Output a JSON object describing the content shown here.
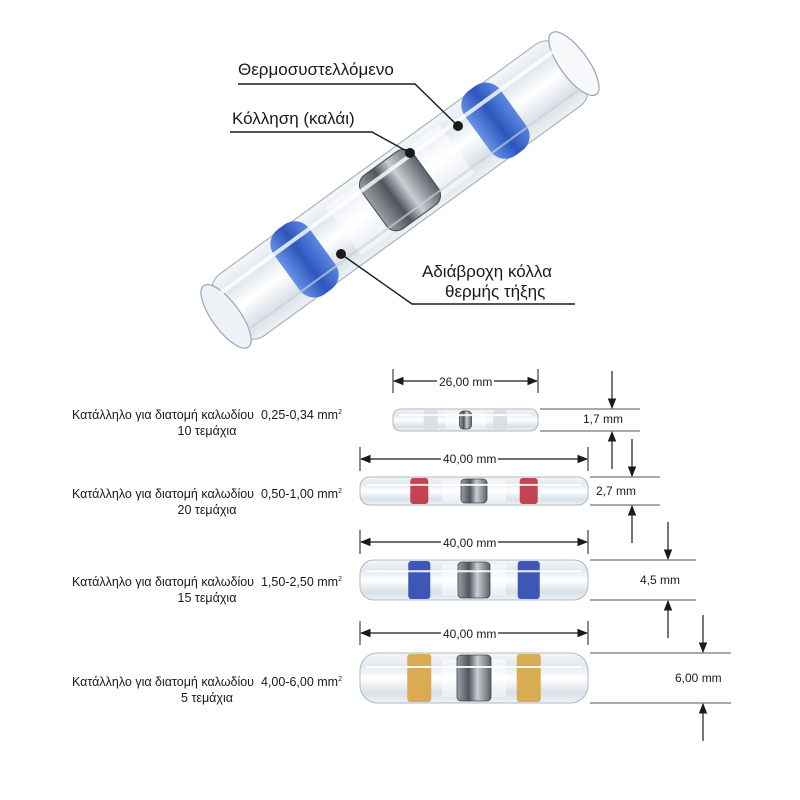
{
  "annotations": {
    "heat_shrink": "Θερμοσυστελλόμενο",
    "solder": "Κόλληση (καλάι)",
    "adhesive_line1": "Αδιάβροχη κόλλα",
    "adhesive_line2": "θερμής τήξης"
  },
  "connectors": [
    {
      "description": "Κατάλληλο για διατομή καλωδίου",
      "range": "0,25-0,34 mm",
      "unit_sup": "2",
      "quantity": "10 τεμάχια",
      "length": "26,00 mm",
      "diameter": "1,7 mm",
      "ring_color": "#d8dde2"
    },
    {
      "description": "Κατάλληλο για διατομή καλωδίου",
      "range": "0,50-1,00 mm",
      "unit_sup": "2",
      "quantity": "20 τεμάχια",
      "length": "40,00 mm",
      "diameter": "2,7 mm",
      "ring_color": "#c0303a"
    },
    {
      "description": "Κατάλληλο για διατομή καλωδίου",
      "range": "1,50-2,50 mm",
      "unit_sup": "2",
      "quantity": "15 τεμάχια",
      "length": "40,00 mm",
      "diameter": "4,5 mm",
      "ring_color": "#2a46b0"
    },
    {
      "description": "Κατάλληλο για διατομή καλωδίου",
      "range": "4,00-6,00 mm",
      "unit_sup": "2",
      "quantity": "5 τεμάχια",
      "length": "40,00 mm",
      "diameter": "6,00 mm",
      "ring_color": "#d7a440"
    }
  ],
  "colors": {
    "tube_blue": "#2a5fd0",
    "solder_grey": "#6f757c",
    "line": "#1a1a1a"
  }
}
